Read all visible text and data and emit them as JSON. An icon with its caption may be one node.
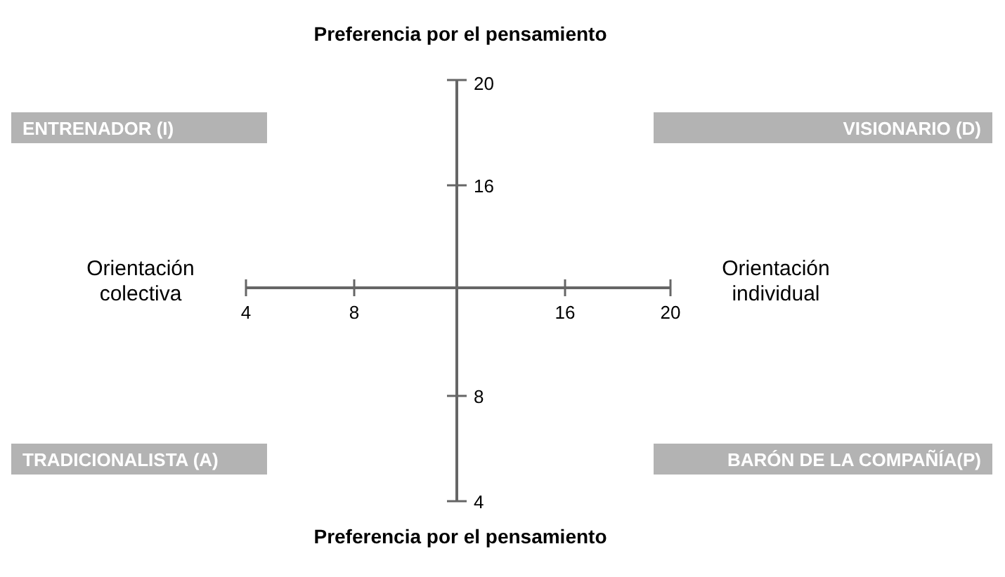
{
  "diagram": {
    "title": "Preferencia por el pensamiento",
    "caption": "Preferencia por el pensamiento",
    "nodes": [
      {
        "text": [
          "ENTRENADOR (I)"
        ]
      },
      {
        "text": [
          "VISIONARIO (D)"
        ]
      },
      {
        "text": [
          "TRADICIONALISTA (A)"
        ]
      },
      {
        "text": [
          "BARÓN DE LA COMPAÑÍA(P)"
        ]
      }
    ],
    "labels": [
      "20",
      "16",
      "Orientación colectiva",
      "Orientación individual",
      "4",
      "8",
      "16",
      "20",
      "8",
      "4"
    ]
  }
}
